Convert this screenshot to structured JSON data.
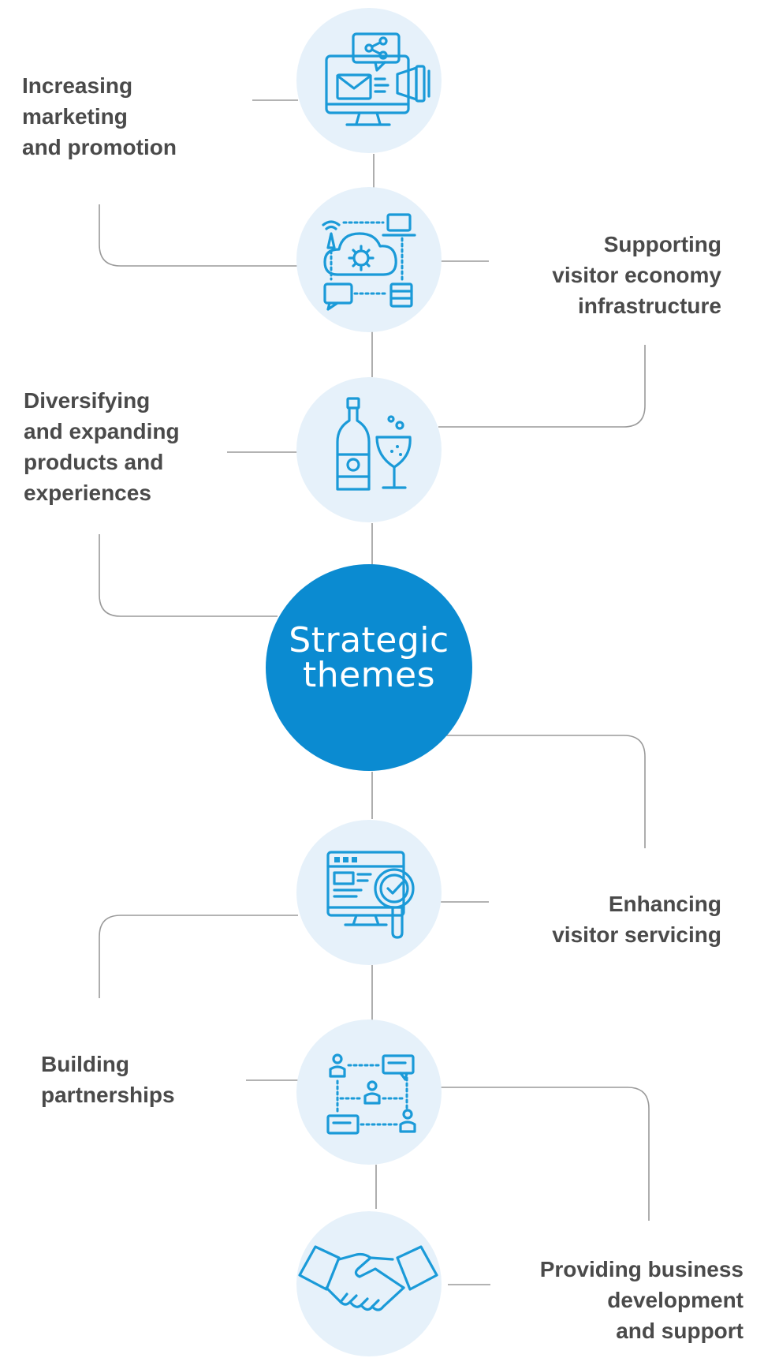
{
  "center": {
    "label": "Strategic\nthemes",
    "color": "#0b8bd1"
  },
  "colors": {
    "theme_circle": "#e6f1fa",
    "icon": "#1a9ad8",
    "connector": "#9a9a9a",
    "label_text": "#4a4a4a"
  },
  "themes": [
    {
      "label": "Increasing\nmarketing\nand promotion",
      "icon": "marketing-monitor-icon"
    },
    {
      "label": "Supporting\nvisitor economy\ninfrastructure",
      "icon": "cloud-network-icon"
    },
    {
      "label": "Diversifying\nand expanding\nproducts and\nexperiences",
      "icon": "wine-bottle-glass-icon"
    },
    {
      "label": "Enhancing\nvisitor servicing",
      "icon": "monitor-magnifier-check-icon"
    },
    {
      "label": "Building\npartnerships",
      "icon": "people-network-icon"
    },
    {
      "label": "Providing business\ndevelopment\nand support",
      "icon": "handshake-icon"
    }
  ]
}
